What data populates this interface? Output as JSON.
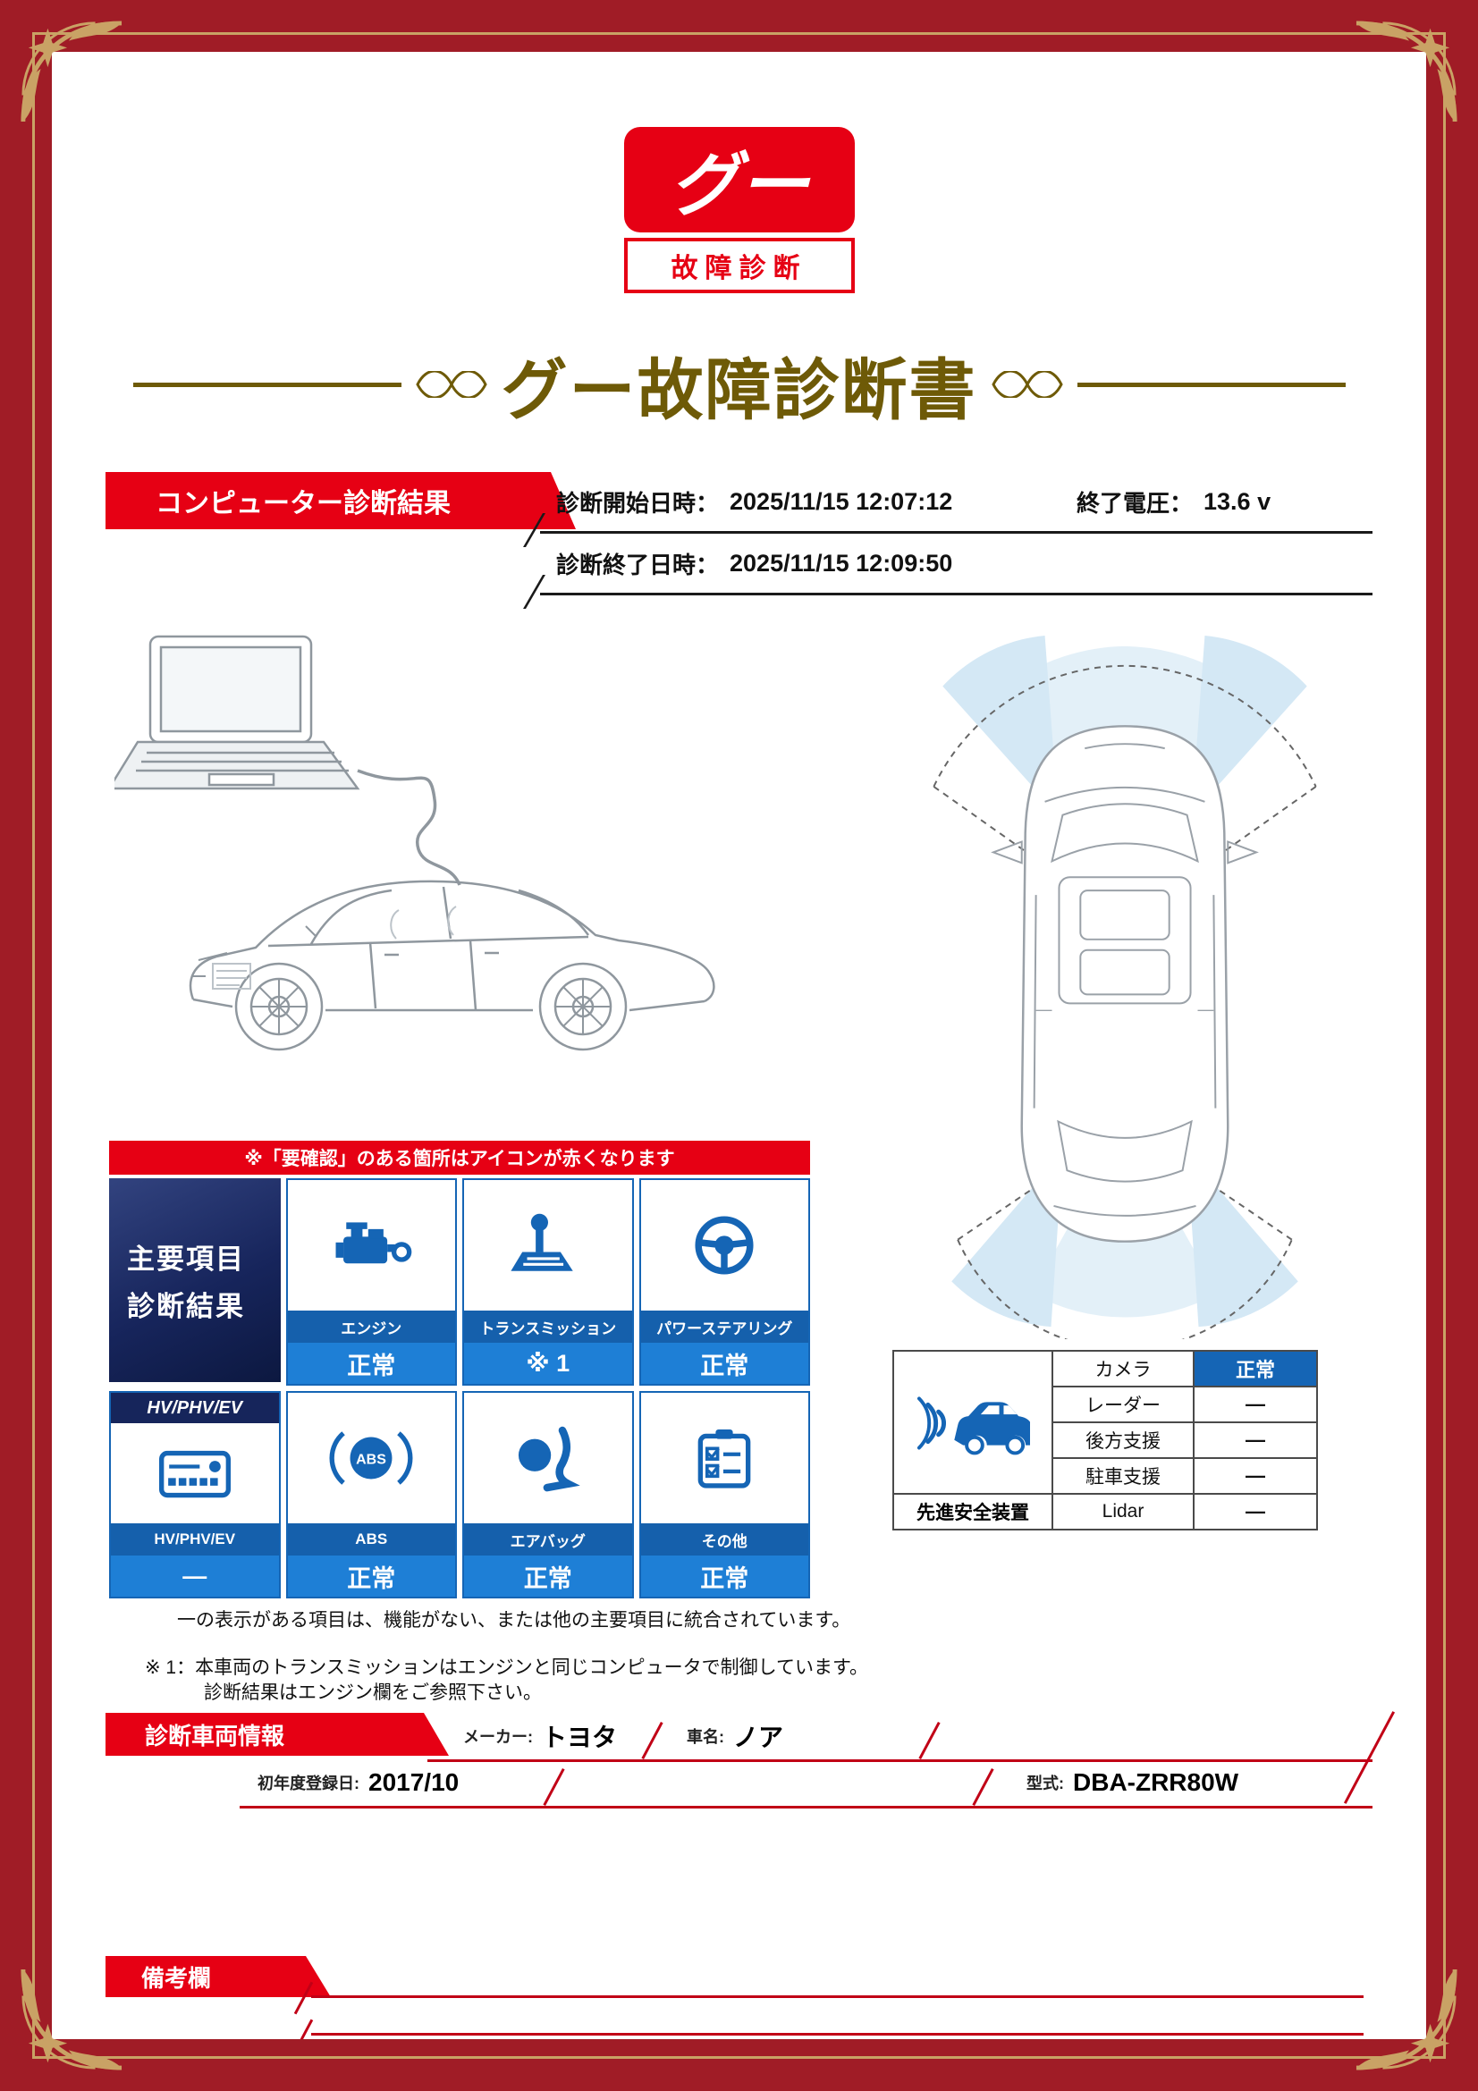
{
  "colors": {
    "frame_red": "#A01C26",
    "gold": "#C9A265",
    "accent_red": "#E60014",
    "navy": "#1B2A5E",
    "icon_blue": "#1565B5",
    "status_blue": "#1E7FD6",
    "title_gold": "#6E5A07",
    "line_red": "#C10016"
  },
  "logo": {
    "mark": "グー",
    "caption": "故障診断"
  },
  "title": "グー故障診断書",
  "diagnosis": {
    "section_title": "コンピューター診断結果",
    "start_label": "診断開始日時：",
    "start_value": "2025/11/15 12:07:12",
    "voltage_label": "終了電圧：",
    "voltage_value": "13.6 v",
    "end_label": "診断終了日時：",
    "end_value": "2025/11/15 12:09:50"
  },
  "notice": "※「要確認」のある箇所はアイコンが赤くなります",
  "main_grid": {
    "header_line1": "主要項目",
    "header_line2": "診断結果",
    "hv_band": "HV/PHV/EV",
    "abs_icon_text": "ABS",
    "items": [
      {
        "icon": "engine-icon",
        "label": "エンジン",
        "status": "正常"
      },
      {
        "icon": "transmission-icon",
        "label": "トランスミッション",
        "status": "※ 1"
      },
      {
        "icon": "steering-icon",
        "label": "パワーステアリング",
        "status": "正常"
      },
      {
        "icon": "hv-meter-icon",
        "label": "HV/PHV/EV",
        "status": "―"
      },
      {
        "icon": "abs-icon",
        "label": "ABS",
        "status": "正常"
      },
      {
        "icon": "airbag-icon",
        "label": "エアバッグ",
        "status": "正常"
      },
      {
        "icon": "checklist-icon",
        "label": "その他",
        "status": "正常"
      }
    ]
  },
  "safety": {
    "label": "先進安全装置",
    "rows": [
      {
        "name": "カメラ",
        "status": "正常"
      },
      {
        "name": "レーダー",
        "status": "―"
      },
      {
        "name": "後方支援",
        "status": "―"
      },
      {
        "name": "駐車支援",
        "status": "―"
      },
      {
        "name": "Lidar",
        "status": "―"
      }
    ]
  },
  "notes": {
    "dash_note": "一の表示がある項目は、機能がない、または他の主要項目に統合されています。",
    "footnote_line1": "※ 1：本車両のトランスミッションはエンジンと同じコンピュータで制御しています。",
    "footnote_line2": "診断結果はエンジン欄をご参照下さい。"
  },
  "vehicle": {
    "section_title": "診断車両情報",
    "maker_label": "メーカー:",
    "maker_value": "トヨタ",
    "name_label": "車名:",
    "name_value": "ノア",
    "reg_label": "初年度登録日:",
    "reg_value": "2017/10",
    "model_label": "型式:",
    "model_value": "DBA-ZRR80W"
  },
  "remarks": {
    "section_title": "備考欄"
  }
}
